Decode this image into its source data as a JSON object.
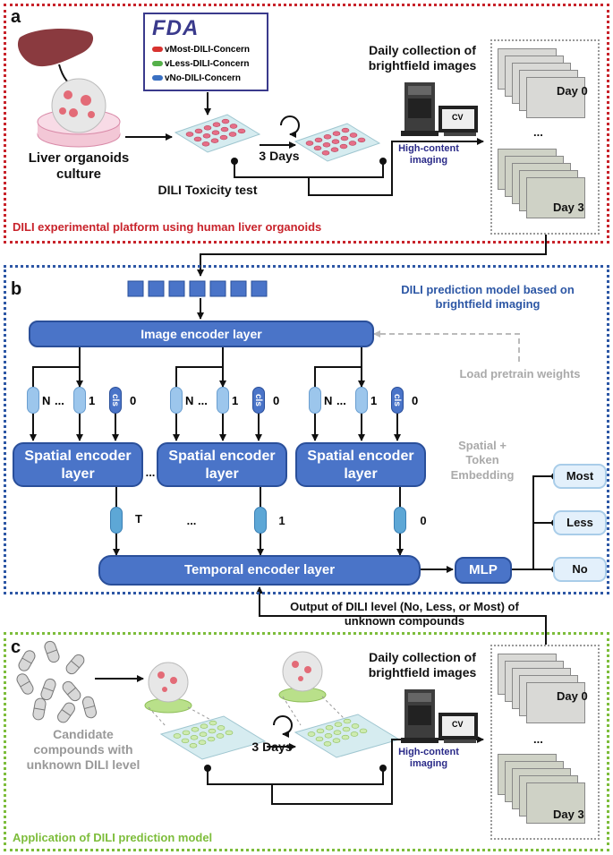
{
  "panel_a": {
    "letter": "a",
    "fda_logo": "FDA",
    "concern_items": [
      "vMost-DILI-Concern",
      "vLess-DILI-Concern",
      "vNo-DILI-Concern"
    ],
    "culture_label": "Liver organoids culture",
    "days_label": "3 Days",
    "toxicity_label": "DILI Toxicity test",
    "collection_label": "Daily collection of brightfield images",
    "imaging_label": "High-content imaging",
    "cv_label": "CV",
    "day_start": "Day 0",
    "ellipsis": "...",
    "day_end": "Day 3",
    "caption": "DILI experimental platform using human liver organoids"
  },
  "panel_b": {
    "letter": "b",
    "title": "DILI prediction model based on brightfield imaging",
    "image_encoder": "Image encoder layer",
    "pretrain": "Load pretrain weights",
    "token_n": "N",
    "token_dots": "...",
    "token_1": "1",
    "token_cls": "cls",
    "token_0": "0",
    "spatial_encoder": "Spatial encoder layer",
    "spatial_dots": "...",
    "embedding": "Spatial + Token Embedding",
    "temporal_t": "T",
    "temporal_dots": "...",
    "temporal_1": "1",
    "temporal_0": "0",
    "temporal_encoder": "Temporal encoder layer",
    "mlp": "MLP",
    "outputs": [
      "Most",
      "Less",
      "No"
    ]
  },
  "middle": {
    "output_text": "Output of DILI level (No, Less, or Most) of unknown compounds"
  },
  "panel_c": {
    "letter": "c",
    "candidate_label": "Candidate compounds with unknown DILI level",
    "days_label": "3 Days",
    "collection_label": "Daily collection of brightfield images",
    "imaging_label": "High-content imaging",
    "cv_label": "CV",
    "day_start": "Day 0",
    "ellipsis": "...",
    "day_end": "Day 3",
    "caption": "Application of DILI prediction model"
  },
  "colors": {
    "panel_a_border": "#c8232b",
    "panel_b_border": "#2d57a5",
    "panel_c_border": "#7dbd3b",
    "encoder_fill": "#4a74c8",
    "output_fill": "#e3f0fb"
  }
}
